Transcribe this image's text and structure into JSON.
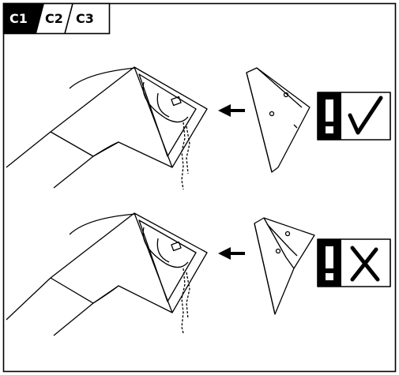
{
  "tabs": [
    {
      "label": "C1",
      "active": true
    },
    {
      "label": "C2",
      "active": false
    },
    {
      "label": "C3",
      "active": false
    }
  ],
  "panels": [
    {
      "name": "correct-installation",
      "status": "correct",
      "status_icon": "check-icon",
      "warning_icon": "exclamation-icon"
    },
    {
      "name": "incorrect-installation",
      "status": "incorrect",
      "status_icon": "cross-icon",
      "warning_icon": "exclamation-icon"
    }
  ],
  "colors": {
    "ink": "#000000",
    "paper": "#ffffff"
  }
}
